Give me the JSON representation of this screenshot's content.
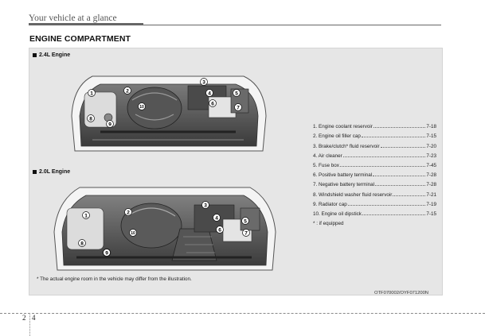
{
  "header": {
    "running_title": "Your vehicle at a glance"
  },
  "title": "ENGINE COMPARTMENT",
  "sections": [
    {
      "label": "2.4L Engine"
    },
    {
      "label": "2.0L Engine"
    }
  ],
  "engine_24_callouts": [
    "1",
    "2",
    "3",
    "4",
    "5",
    "6",
    "7",
    "8",
    "9",
    "10"
  ],
  "engine_20_callouts": [
    "1",
    "2",
    "3",
    "4",
    "5",
    "6",
    "7",
    "8",
    "9",
    "10"
  ],
  "legend": [
    {
      "label": "1. Engine coolant reservoir",
      "page": "7-18"
    },
    {
      "label": "2. Engine oil filler cap",
      "page": "7-15"
    },
    {
      "label": "3. Brake/clutch* fluid reservoir",
      "page": "7-20"
    },
    {
      "label": "4. Air cleaner",
      "page": "7-23"
    },
    {
      "label": "5. Fuse box",
      "page": "7-45"
    },
    {
      "label": "6. Positive battery terminal",
      "page": "7-28"
    },
    {
      "label": "7. Negative battery terminal",
      "page": "7-28"
    },
    {
      "label": "8. Windshield washer fluid reservoir",
      "page": "7-21"
    },
    {
      "label": "9. Radiator cap",
      "page": "7-19"
    },
    {
      "label": "10. Engine oil dipstick",
      "page": "7-15"
    }
  ],
  "legend_note": "* : if equipped",
  "footnote": "* The actual engine room in the vehicle may differ from the illustration.",
  "figure_code": "OTF070002/OYF071200N",
  "page_number": {
    "chapter": "2",
    "page": "4"
  }
}
